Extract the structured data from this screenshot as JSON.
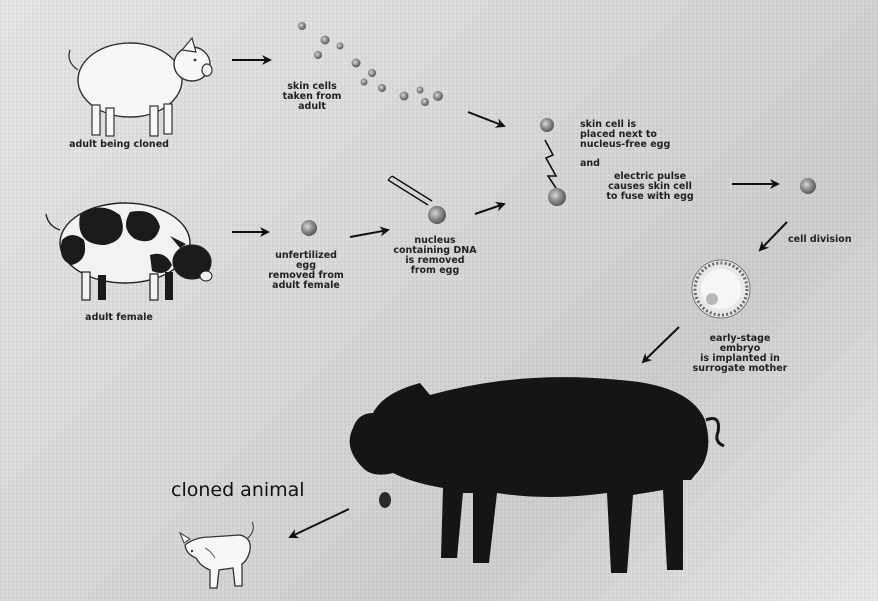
{
  "labels": {
    "adult_being_cloned": "adult being cloned",
    "skin_cells_taken": "skin cells\ntaken from\nadult",
    "skin_cell_placed": "skin cell is\nplaced next to\nnucleus-free egg",
    "and": "and",
    "electric_pulse": "electric pulse\ncauses skin cell\nto fuse with egg",
    "adult_female": "adult female",
    "unfertilized_egg": "unfertilized\negg\nremoved from\nadult female",
    "nucleus_removed": "nucleus\ncontaining DNA\nis removed\nfrom egg",
    "cell_division": "cell division",
    "embryo_implanted": "early-stage\nembryo\nis implanted in\nsurrogate mother",
    "cloned_animal": "cloned animal"
  },
  "colors": {
    "background": "#d9d9d9",
    "pig_white": "#f7f7f7",
    "pig_black": "#151515",
    "cell_fill": "#8c8c8c",
    "ink": "#111111"
  },
  "icons": {
    "white_pig": "pig-illustration",
    "spotted_pig": "spotted-pig-illustration",
    "black_pig": "surrogate-pig-illustration",
    "piglet": "piglet-illustration",
    "needle": "micropipette-icon",
    "lightning": "lightning-bolt-icon",
    "cell": "cell-icon",
    "embryo": "embryo-icon",
    "arrow": "arrow-icon"
  }
}
